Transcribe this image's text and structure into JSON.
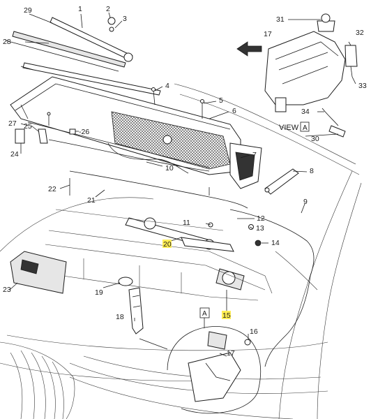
{
  "view_label": "VIEW",
  "view_letter": "A",
  "detail_marker": "A",
  "callouts": [
    {
      "id": "c1",
      "label": "1"
    },
    {
      "id": "c2",
      "label": "2"
    },
    {
      "id": "c3",
      "label": "3"
    },
    {
      "id": "c4",
      "label": "4"
    },
    {
      "id": "c5",
      "label": "5"
    },
    {
      "id": "c6",
      "label": "6"
    },
    {
      "id": "c7",
      "label": "7"
    },
    {
      "id": "c8",
      "label": "8"
    },
    {
      "id": "c9",
      "label": "9"
    },
    {
      "id": "c10",
      "label": "10"
    },
    {
      "id": "c11",
      "label": "11"
    },
    {
      "id": "c12",
      "label": "12"
    },
    {
      "id": "c13",
      "label": "13"
    },
    {
      "id": "c14",
      "label": "14"
    },
    {
      "id": "c15",
      "label": "15"
    },
    {
      "id": "c16",
      "label": "16"
    },
    {
      "id": "c17a",
      "label": "17"
    },
    {
      "id": "c17b",
      "label": "17"
    },
    {
      "id": "c18",
      "label": "18"
    },
    {
      "id": "c19",
      "label": "19"
    },
    {
      "id": "c20",
      "label": "20"
    },
    {
      "id": "c21",
      "label": "21"
    },
    {
      "id": "c22",
      "label": "22"
    },
    {
      "id": "c23",
      "label": "23"
    },
    {
      "id": "c24",
      "label": "24"
    },
    {
      "id": "c25",
      "label": "25"
    },
    {
      "id": "c26",
      "label": "-26"
    },
    {
      "id": "c27",
      "label": "27"
    },
    {
      "id": "c28",
      "label": "28"
    },
    {
      "id": "c29",
      "label": "29"
    },
    {
      "id": "c30",
      "label": "30"
    },
    {
      "id": "c31",
      "label": "31"
    },
    {
      "id": "c32",
      "label": "32"
    },
    {
      "id": "c33",
      "label": "33"
    },
    {
      "id": "c34",
      "label": "34"
    }
  ],
  "highlight_color": "#ffee55"
}
